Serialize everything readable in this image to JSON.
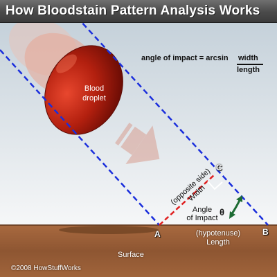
{
  "title": "How Bloodstain Pattern Analysis Works",
  "formula": {
    "lhs": "angle of impact  =  arcsin",
    "numerator": "width",
    "denominator": "length"
  },
  "droplet": {
    "line1": "Blood",
    "line2": "droplet"
  },
  "labels": {
    "point_a": "A",
    "point_b": "B",
    "point_c": "C",
    "opposite_side": "(opposite side)",
    "width": "Width",
    "angle_line1": "Angle",
    "angle_line2": "of Impact",
    "theta": "θ",
    "hypotenuse": "(hypotenuse)",
    "length": "Length",
    "surface": "Surface"
  },
  "copyright": "©2008 HowStuffWorks",
  "colors": {
    "sky_top": "#c9d4dc",
    "sky_bottom": "#f4f6f7",
    "surface": "#9a5f38",
    "droplet": "#a82010",
    "guide_lines": "#1a2edc",
    "width_line": "#e02020",
    "angle_arrow": "#1d6b33"
  }
}
